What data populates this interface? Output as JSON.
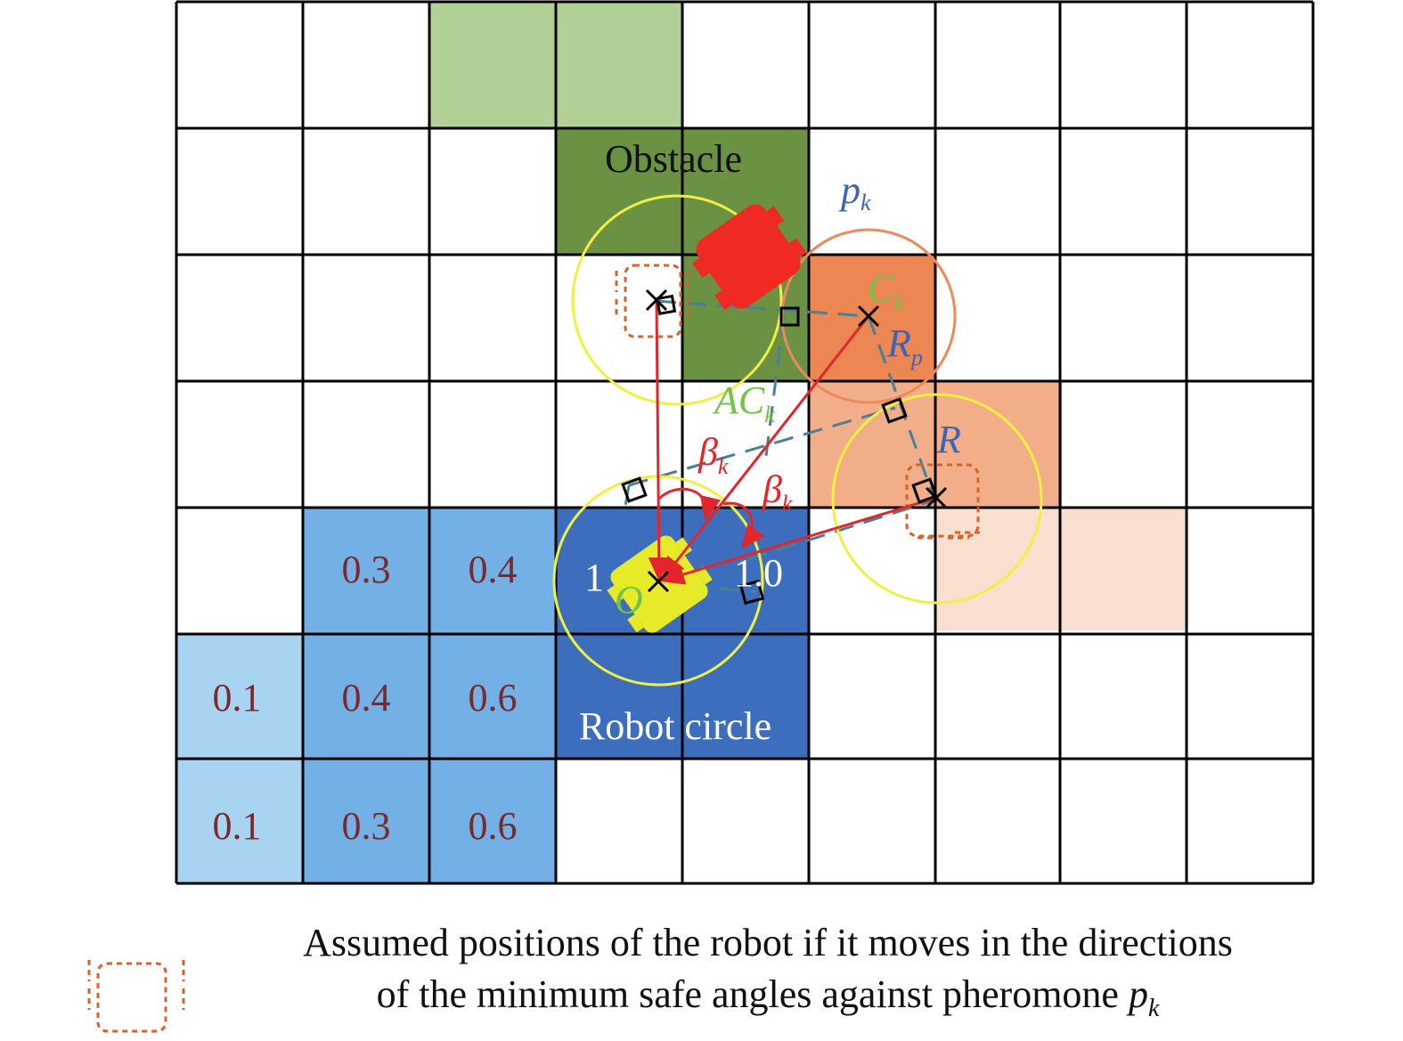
{
  "colors": {
    "grid": "#000000",
    "obstacle_light": "#b1d095",
    "obstacle_dark": "#6b9142",
    "blue_dark": "#3c6ebd",
    "blue_mid": "#72b0e6",
    "blue_light": "#a8d4f2",
    "orange_dark": "#ec8753",
    "orange_mid": "#f1ae88",
    "orange_light": "#f9dfcf",
    "yellow_circle": "#f0f040",
    "orange_circle": "#ec8a5c",
    "red_arrow": "#e3262b",
    "dash_line": "#4a7f96",
    "robot_red": "#ee2a22",
    "robot_yellow": "#e6ea28",
    "label_green": "#72c447",
    "label_blue": "#3c64b8",
    "label_red": "#e3262b",
    "value_text": "#7a2a2a"
  },
  "grid": {
    "cols": 9,
    "rows": 7
  },
  "labels": {
    "obstacle": "Obstacle",
    "robot_circle": "Robot circle",
    "pheromone": "p",
    "pheromone_sub": "k",
    "center": "C",
    "center_sub": "k",
    "radius": "R",
    "radius_sub": "p",
    "r": "R",
    "ac": "AC",
    "ac_sub": "k",
    "beta1": "β",
    "beta1_sub": "k",
    "beta2": "β",
    "beta2_sub": "k",
    "origin": "O",
    "left_one": "1",
    "right_one": "1.0"
  },
  "cell_values": {
    "r4c1": "0.3",
    "r4c2": "0.4",
    "r5c0": "0.1",
    "r5c1": "0.4",
    "r5c2": "0.6",
    "r6c0": "0.1",
    "r6c1": "0.3",
    "r6c2": "0.6"
  },
  "legend": {
    "line1": "Assumed positions of the robot if it moves in the directions",
    "line2_prefix": "of the minimum safe angles against pheromone ",
    "line2_p": "p",
    "line2_sub": "k",
    "icon": "robot-outline-icon"
  }
}
